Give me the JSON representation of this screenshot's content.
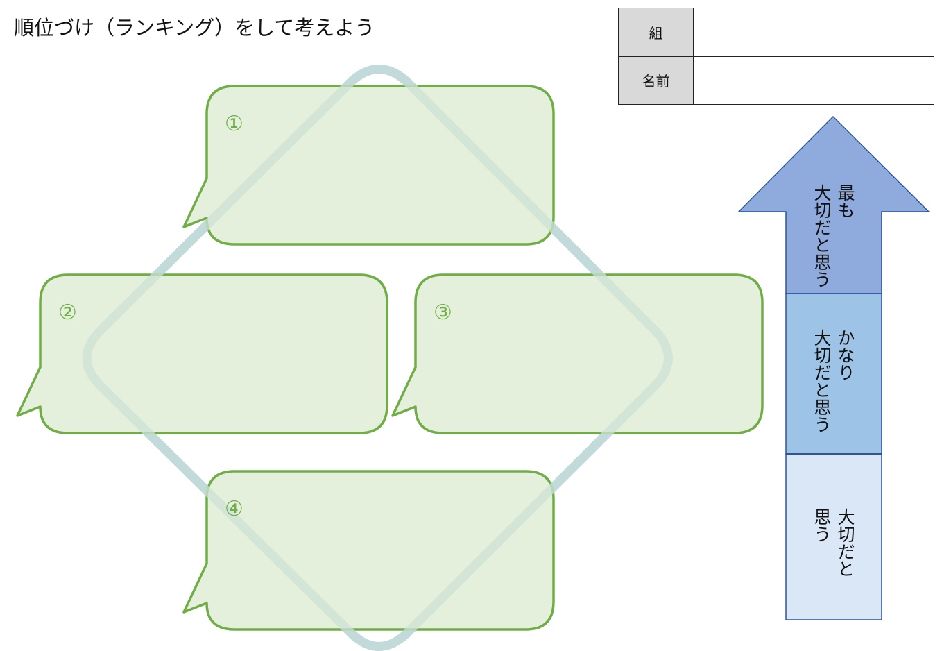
{
  "worksheet": {
    "title": "順位づけ（ランキング）をして考えよう"
  },
  "info_table": {
    "class_label": "組",
    "class_value": "",
    "name_label": "名前",
    "name_value": ""
  },
  "bubbles": [
    {
      "number": "①"
    },
    {
      "number": "②"
    },
    {
      "number": "③"
    },
    {
      "number": "④"
    }
  ],
  "ranking_arrow": {
    "top_line1": "最も",
    "top_line2": "大切だと思う",
    "middle_line1": "かなり",
    "middle_line2": "大切だと思う",
    "bottom_line1": "大切だと",
    "bottom_line2": "思う"
  },
  "colors": {
    "bubble_fill": "#e2efd9",
    "bubble_stroke": "#70ad47",
    "diamond_stroke": "#9dc3e6",
    "arrow_head": "#8faadc",
    "arrow_middle": "#9dc3e6",
    "arrow_bottom": "#dae7f6",
    "arrow_stroke": "#2f5597"
  }
}
